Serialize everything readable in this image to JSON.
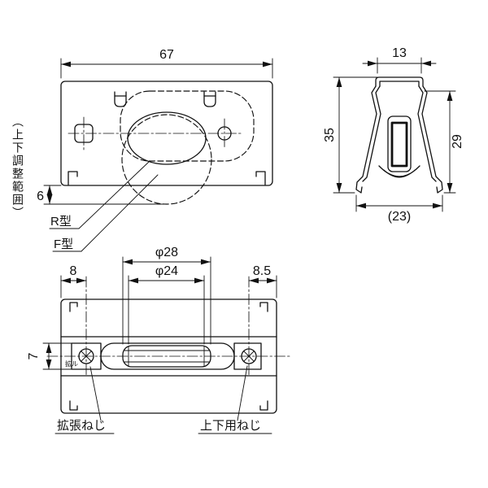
{
  "drawing": {
    "front_view": {
      "dim_width": "67",
      "dim_adjust_range": "6",
      "note_vertical": "（上下調整範囲）",
      "label_r_type": "R型",
      "label_f_type": "F型"
    },
    "side_view": {
      "dim_width_top": "13",
      "dim_height_left": "35",
      "dim_height_right": "29",
      "dim_width_bottom": "(23)"
    },
    "bottom_view": {
      "dim_outer_dia": "φ28",
      "dim_inner_dia": "φ24",
      "dim_left_offset": "8",
      "dim_right_offset": "8.5",
      "dim_slot_height": "7",
      "stamp_mark": "拡ル",
      "label_expansion_screw": "拡張ねじ",
      "label_vertical_screw": "上下用ねじ"
    }
  }
}
